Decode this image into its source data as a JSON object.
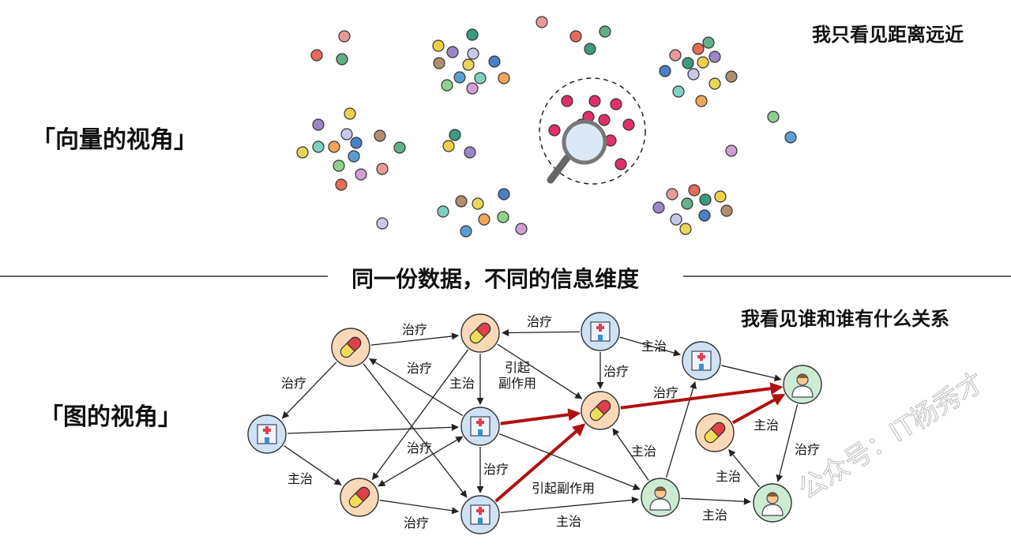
{
  "vector_view": {
    "title": "「向量的视角」",
    "caption": "我只看见距离远近"
  },
  "divider": {
    "text": "同一份数据，不同的信息维度"
  },
  "graph_view": {
    "title": "「图的视角」",
    "caption": "我看见谁和谁有什么关系",
    "edge_labels": [
      "治疗",
      "治疗",
      "主治",
      "治疗",
      "主治",
      "引起\n副作用",
      "治疗",
      "治疗",
      "主治",
      "主治",
      "治疗",
      "治疗",
      "引起副作用",
      "治疗",
      "主治",
      "主治",
      "治疗",
      "治疗",
      "主治",
      "主治"
    ],
    "highlight_color": "#b01010"
  },
  "watermark": "公众号：IT杨秀才"
}
